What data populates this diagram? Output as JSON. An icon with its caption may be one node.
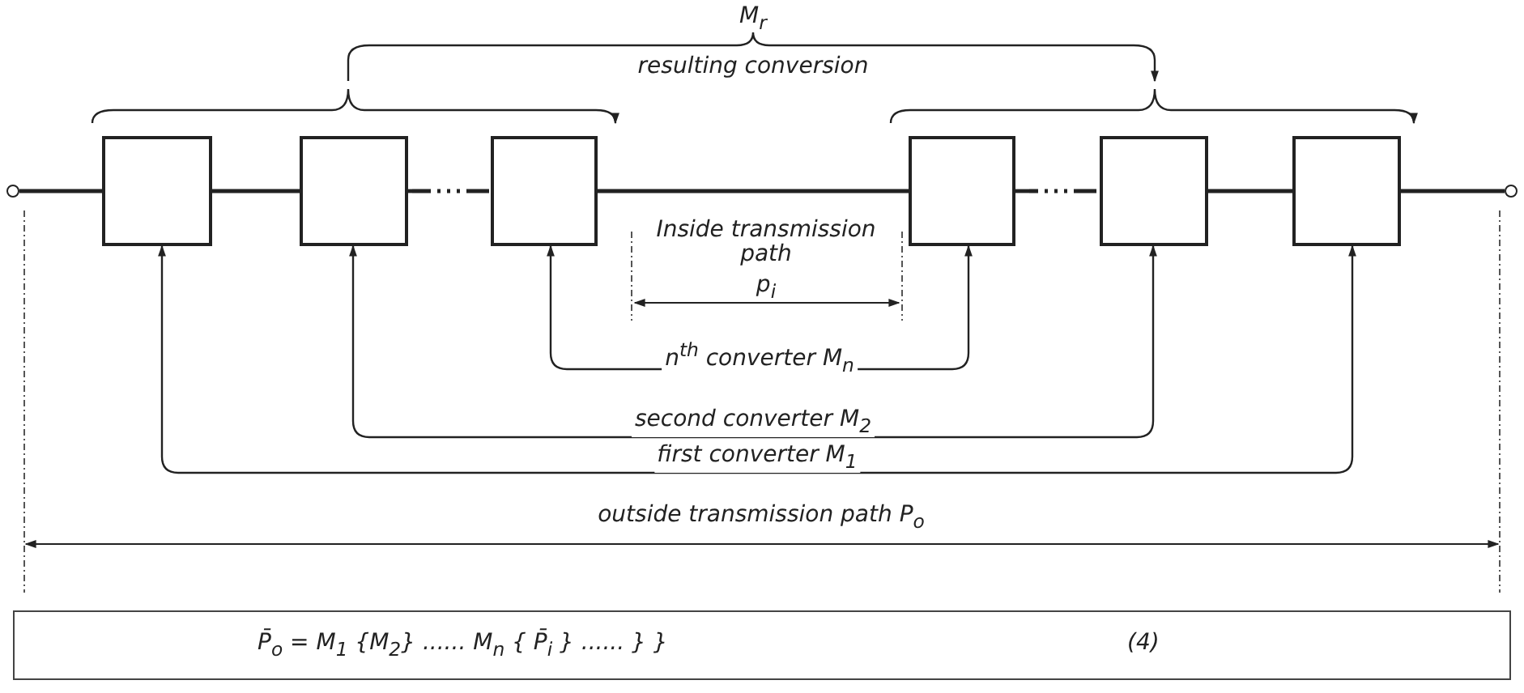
{
  "diagram": {
    "nodes": [
      {
        "text": [],
        "shape": "circle"
      },
      {
        "text": [],
        "shape": "box"
      },
      {
        "text": [],
        "shape": "box"
      },
      {
        "text": [],
        "shape": "box"
      },
      {
        "text": [],
        "shape": "box"
      },
      {
        "text": [],
        "shape": "box"
      },
      {
        "text": [],
        "shape": "box"
      },
      {
        "text": [],
        "shape": "circle"
      },
      {
        "text": [
          "P̄$_{o}$ = M$_{1}$ {M$_{2}$} ...... M$_{n}$ { P̄$_{i}$ } ...... } }",
          "(4)"
        ]
      }
    ],
    "edges": [
      {
        "from": 0,
        "to": 1,
        "arrow": "none"
      },
      {
        "from": 1,
        "to": 2,
        "arrow": "none"
      },
      {
        "from": 2,
        "to": 3,
        "arrow": "none",
        "style": "dashed"
      },
      {
        "from": 3,
        "to": 4,
        "arrow": "none"
      },
      {
        "from": 4,
        "to": 5,
        "arrow": "none",
        "style": "dashed"
      },
      {
        "from": 5,
        "to": 6,
        "arrow": "none"
      },
      {
        "from": 6,
        "to": 7,
        "arrow": "none"
      },
      {
        "from": 3,
        "to": 4,
        "arrow": "both",
        "label": "n$^{th}$ converter M$_{n}$"
      },
      {
        "from": 2,
        "to": 5,
        "arrow": "both",
        "label": "second converter M$_{2}$"
      },
      {
        "from": 1,
        "to": 6,
        "arrow": "both",
        "label": "first converter M$_{1}$"
      }
    ],
    "labels": [
      "M$_{r}$",
      "resulting conversion",
      "Inside transmission path",
      "p$_{i}$",
      "outside transmission path P$_{o}$"
    ]
  }
}
